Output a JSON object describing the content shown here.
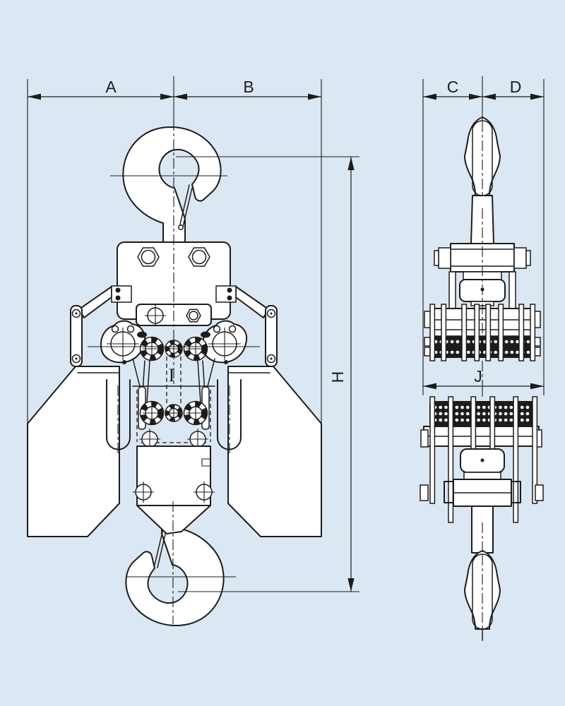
{
  "colors": {
    "background": "#dbe7f3",
    "ink": "#1c1c1c",
    "paper": "#ffffff"
  },
  "drawing": {
    "dimensions": {
      "a": "A",
      "b": "B",
      "c": "C",
      "d": "D",
      "h": "H",
      "i": "I",
      "j": "J"
    }
  }
}
